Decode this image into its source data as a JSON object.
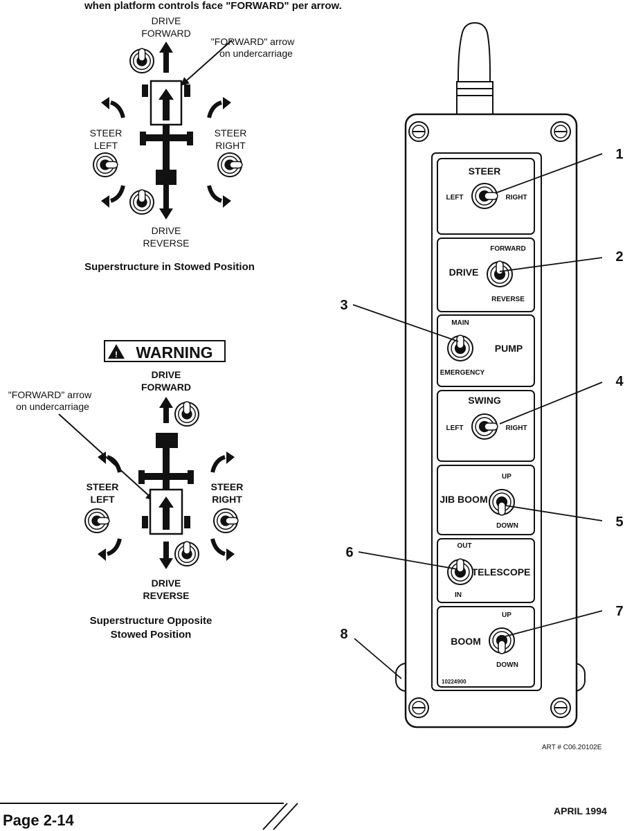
{
  "top_note": "when platform controls face \"FORWARD\" per arrow.",
  "diagram_stowed": {
    "drive_forward": [
      "DRIVE",
      "FORWARD"
    ],
    "forward_callout": [
      "\"FORWARD\" arrow",
      "on undercarriage"
    ],
    "steer_left": [
      "STEER",
      "LEFT"
    ],
    "steer_right": [
      "STEER",
      "RIGHT"
    ],
    "drive_reverse": [
      "DRIVE",
      "REVERSE"
    ],
    "caption": "Superstructure in Stowed Position"
  },
  "diagram_opposite": {
    "warning": "WARNING",
    "drive_forward": [
      "DRIVE",
      "FORWARD"
    ],
    "forward_callout": [
      "\"FORWARD\" arrow",
      "on undercarriage"
    ],
    "steer_left": [
      "STEER",
      "LEFT"
    ],
    "steer_right": [
      "STEER",
      "RIGHT"
    ],
    "drive_reverse": [
      "DRIVE",
      "REVERSE"
    ],
    "caption": [
      "Superstructure Opposite",
      "Stowed Position"
    ]
  },
  "control_panel": {
    "sections": [
      {
        "title": "STEER",
        "left": "LEFT",
        "right": "RIGHT"
      },
      {
        "title": "DRIVE",
        "up": "FORWARD",
        "down": "REVERSE"
      },
      {
        "title": "PUMP",
        "up": "MAIN",
        "down": "EMERGENCY"
      },
      {
        "title": "SWING",
        "left": "LEFT",
        "right": "RIGHT"
      },
      {
        "title": "JIB BOOM",
        "up": "UP",
        "down": "DOWN"
      },
      {
        "title": "TELESCOPE",
        "up": "OUT",
        "down": "IN"
      },
      {
        "title": "BOOM",
        "up": "UP",
        "down": "DOWN"
      }
    ],
    "part_number": "10224900",
    "callouts": [
      "1",
      "2",
      "3",
      "4",
      "5",
      "6",
      "7",
      "8"
    ]
  },
  "art_number": "ART # C06.20102E",
  "footer": {
    "page": "Page 2-14",
    "date": "APRIL 1994"
  }
}
